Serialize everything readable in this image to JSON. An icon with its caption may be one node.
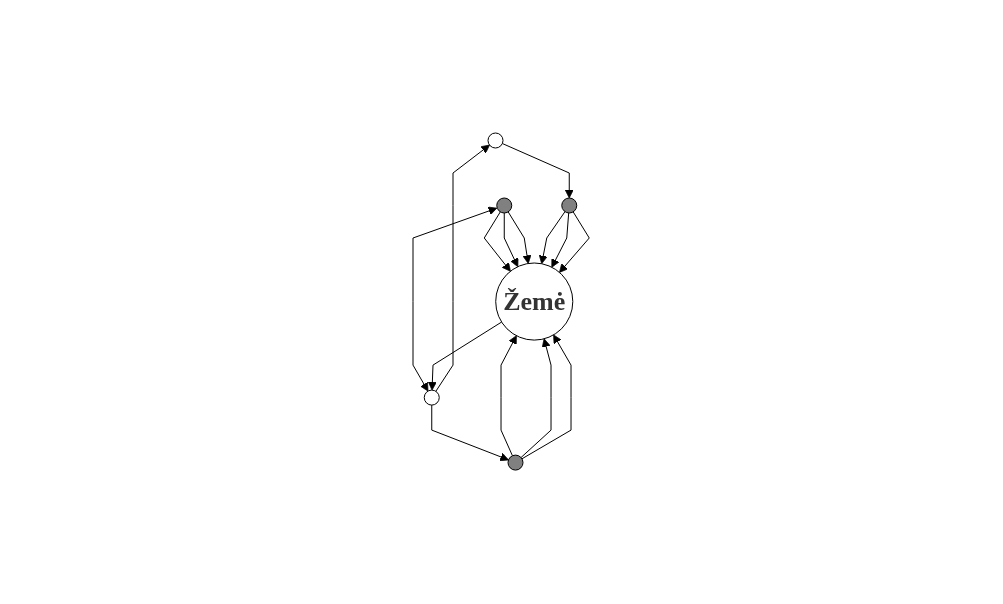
{
  "diagram": {
    "nodes": [
      {
        "text": [],
        "shape": "circle"
      },
      {
        "text": [],
        "shape": "circle"
      },
      {
        "text": [],
        "shape": "circle"
      },
      {
        "text": [
          "Žemė"
        ]
      },
      {
        "text": [],
        "shape": "circle"
      },
      {
        "text": [],
        "shape": "circle"
      }
    ],
    "edges": [
      {
        "from": 1,
        "to": 0,
        "arrow": "to"
      },
      {
        "from": 0,
        "to": 4,
        "arrow": "to"
      },
      {
        "from": 2,
        "to": 1,
        "arrow": "both"
      },
      {
        "from": 3,
        "to": 1,
        "arrow": "to"
      },
      {
        "from": 1,
        "to": 5,
        "arrow": "to"
      },
      {
        "from": 2,
        "to": 3,
        "arrow": "to"
      },
      {
        "from": 2,
        "to": 3,
        "arrow": "to"
      },
      {
        "from": 2,
        "to": 3,
        "arrow": "to"
      },
      {
        "from": 4,
        "to": 3,
        "arrow": "to"
      },
      {
        "from": 4,
        "to": 3,
        "arrow": "to"
      },
      {
        "from": 4,
        "to": 3,
        "arrow": "to"
      },
      {
        "from": 5,
        "to": 3,
        "arrow": "to"
      },
      {
        "from": 5,
        "to": 3,
        "arrow": "to"
      },
      {
        "from": 5,
        "to": 3,
        "arrow": "to"
      }
    ]
  }
}
